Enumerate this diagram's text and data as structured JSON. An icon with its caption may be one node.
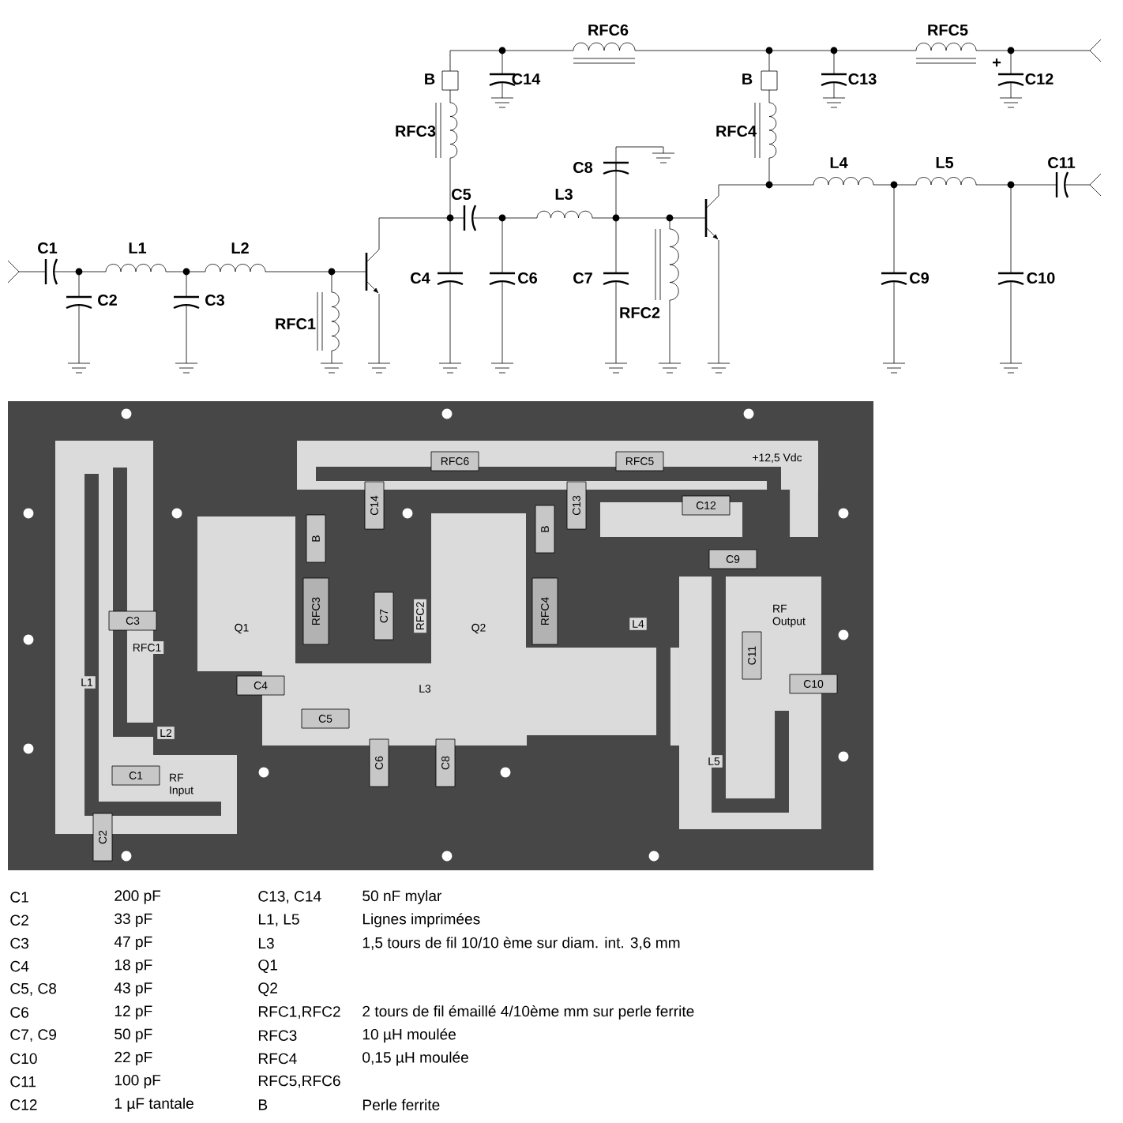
{
  "diagram": {
    "labels": [
      "RFC6",
      "RFC5",
      "B",
      "C14",
      "B",
      "C13",
      "+",
      "C12",
      "RFC3",
      "RFC4",
      "C8",
      "C5",
      "L3",
      "L4",
      "L5",
      "C11",
      "C1",
      "L1",
      "L2",
      "C2",
      "C3",
      "C4",
      "C6",
      "C7",
      "C9",
      "C10",
      "RFC2",
      "RFC1",
      "RFC6",
      "RFC5",
      "+12,5 Vdc",
      "C14",
      "C13",
      "C12",
      "B",
      "B",
      "C9",
      "RFC3",
      "RFC2",
      "RFC4",
      "C3",
      "Q1",
      "Q2",
      "RF Output",
      "L4",
      "RFC1",
      "C7",
      "C11",
      "L1",
      "C4",
      "L3",
      "C10",
      "C5",
      "L2",
      "C6",
      "C8",
      "L5",
      "C1",
      "RF Input",
      "C2",
      "C1",
      "200 pF",
      "C13, C14",
      "50 nF mylar",
      "C2",
      "33 pF",
      "L1, L5",
      "Lignes imprimées",
      "C3",
      "47 pF",
      "L3",
      "1,5 tours de fil 10/10 ème sur diam. int. 3,6 mm",
      "C4",
      "18 pF",
      "Q1",
      "C5, C8",
      "43 pF",
      "Q2",
      "C6",
      "12 pF",
      "RFC1,RFC2",
      "2 tours de fil émaillé 4/10ème mm sur perle ferrite",
      "C7, C9",
      "50 pF",
      "RFC3",
      "10 µH moulée",
      "C10",
      "22 pF",
      "RFC4",
      "0,15 µH moulée",
      "C11",
      "100 pF",
      "RFC5,RFC6",
      "C12",
      "1 µF tantale",
      "B",
      "Perle ferrite"
    ]
  }
}
